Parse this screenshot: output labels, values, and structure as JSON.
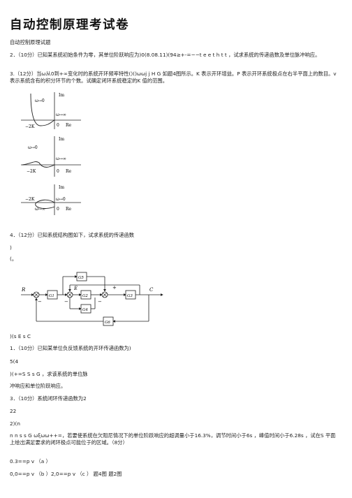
{
  "doc": {
    "title": "自动控制原理考试卷",
    "subtitle": "自动控制原理试题",
    "q2": "2．（10分）已知某系统初始条件为零，其单位阶跃响应为)0(8.08.11)(94≥+-=−−t e e t h t t ，试求系统的传递函数及单位脉冲响应。",
    "q3": "3.（12分）当ω从0到+∞变化时的系统开环频率特性()()ωωj j H G 如题4图所示。K 表示开环增益。P 表示开环系统极点在右半平面上的数目。v 表示系统含有的积分环节的个数。试确定闭环系统稳定的K 值的范围。",
    "q4": "4．（12分）已知系统结构图如下，试求系统的传递函数",
    "q4_a": ")",
    "q4_b": "(。",
    "line_sesc": ")(s E s C",
    "q1": "1．（10分）已知某单位负反馈系统的开环传递函数为)",
    "line_54": "5(4",
    "line_req": ")(+=S S s G ，求该系统的单位脉",
    "line_resp": "冲响应和单位阶跃响应。",
    "q3b": "3．（10分）系统闭环传递函数为2",
    "line_22": "22",
    "line_2n": "2)(n",
    "line_nns": "n n s s G ωξωω++=，若要使系统在欠阻尼情况下的单位阶跃响应的超调量小于16.3%，调节时间小于6s ，峰值时间小于6.28s ，试在S 平面上绘出满足要求的闭环极点可能位于的区域。（8分）",
    "line_03": "0.3==p v （a ）",
    "line_00": "0,0==p v （b ）2,0==p v （c ）  题4图 题2图"
  },
  "figure": {
    "plot_labels": {
      "im": "Im",
      "re": "Re",
      "omega_zero": "ω→0",
      "omega_inf": "ω→∞",
      "minus_2k": "−2K",
      "zero": "0"
    },
    "block": {
      "R": "R",
      "E": "E",
      "C": "C",
      "G1": "G1",
      "G2": "G2",
      "G3": "G3",
      "G4": "G4",
      "G5": "G5",
      "G6": "G6",
      "plus": "+",
      "minus": "−"
    }
  }
}
